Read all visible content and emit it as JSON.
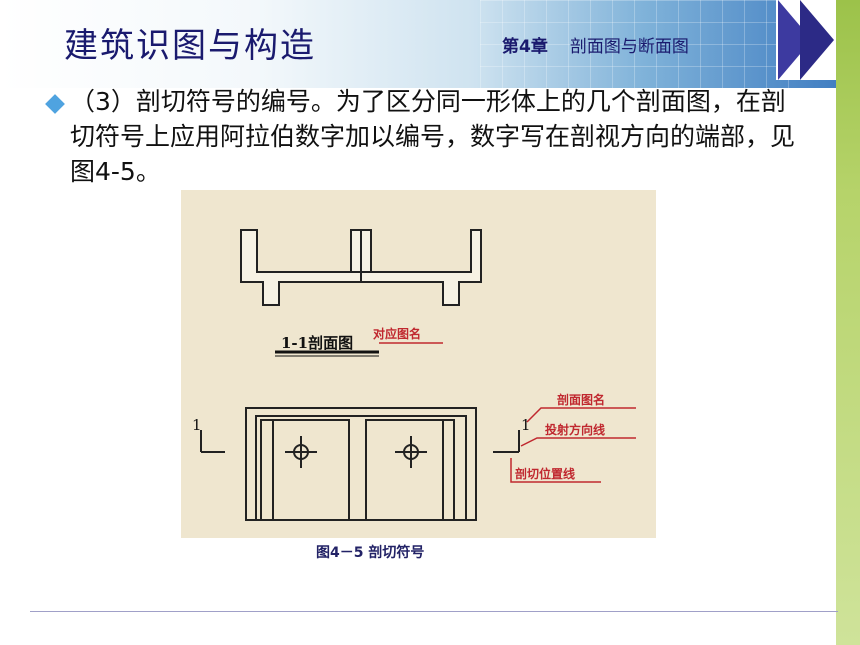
{
  "slide": {
    "title": "建筑识图与构造",
    "chapter": "第4章",
    "chapter_title": "剖面图与断面图"
  },
  "content": {
    "paragraph": "（3）剖切符号的编号。为了区分同一形体上的几个剖面图，在剖切符号上应用阿拉伯数字加以编号，数字写在剖视方向的端部，见图4-5。"
  },
  "figure": {
    "section_label": "1-1剖面图",
    "label_corresponding_name": "对应图名",
    "label_section_name": "剖面图名",
    "label_projection_direction": "投射方向线",
    "label_cutting_position": "剖切位置线",
    "cut_number_left": "1",
    "cut_number_right": "1",
    "caption": "图4－5  剖切符号"
  },
  "colors": {
    "title": "#1a1a6e",
    "annotation_red": "#c0282f",
    "figure_background": "#efe6cf",
    "accent_green": "#9cc24a",
    "bullet_blue": "#4fa3e0"
  }
}
